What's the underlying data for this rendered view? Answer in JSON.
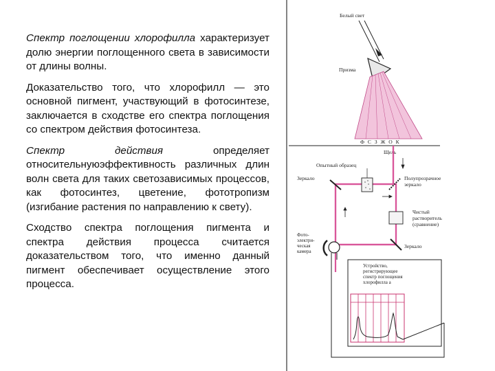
{
  "text": {
    "p1_term": "Спектр поглощении хлорофилла",
    "p1_rest": "характеризует долю энергии поглощенного света в зависимости от длины волны.",
    "p2": "Доказательство того, что хлорофилл — это основной пигмент, участвующий в фотосинтезе, заключается в сходстве его спектра поглощения со спектром действия фотосинтеза.",
    "p3_term": "Спектр действия",
    "p3_rest": "определяет относительнуюэффективность различных длин волн света для таких светозависимых процессов, как фотосинтез, цветение, фототропизм (изгибание растения по направлению к свету).",
    "p4": "Сходство спектра поглощения пигмента и спектра действия процесса считается доказательством того, что именно данный пигмент обеспечивает осуществление этого процесса."
  },
  "diagram": {
    "white_light": "Белый свет",
    "prism": "Призма",
    "spectrum_letters": "Ф С З Ж О К",
    "slit": "Щель",
    "sample": "Опытный образец",
    "semi_mirror": [
      "Полупрозрачное",
      "зеркало"
    ],
    "mirror_left": "Зеркало",
    "solvent": [
      "Чистый",
      "растворитель",
      "(сравнение)"
    ],
    "photocell": [
      "Фото-",
      "электри-",
      "ческая",
      "камера"
    ],
    "mirror_right": "Зеркало",
    "device": [
      "Устройство,",
      "регистрирующее",
      "спектр поглощения",
      "хлорофилла а"
    ],
    "beam_color": "#d9569a",
    "spectrum_fill": "#f2c4dc"
  }
}
